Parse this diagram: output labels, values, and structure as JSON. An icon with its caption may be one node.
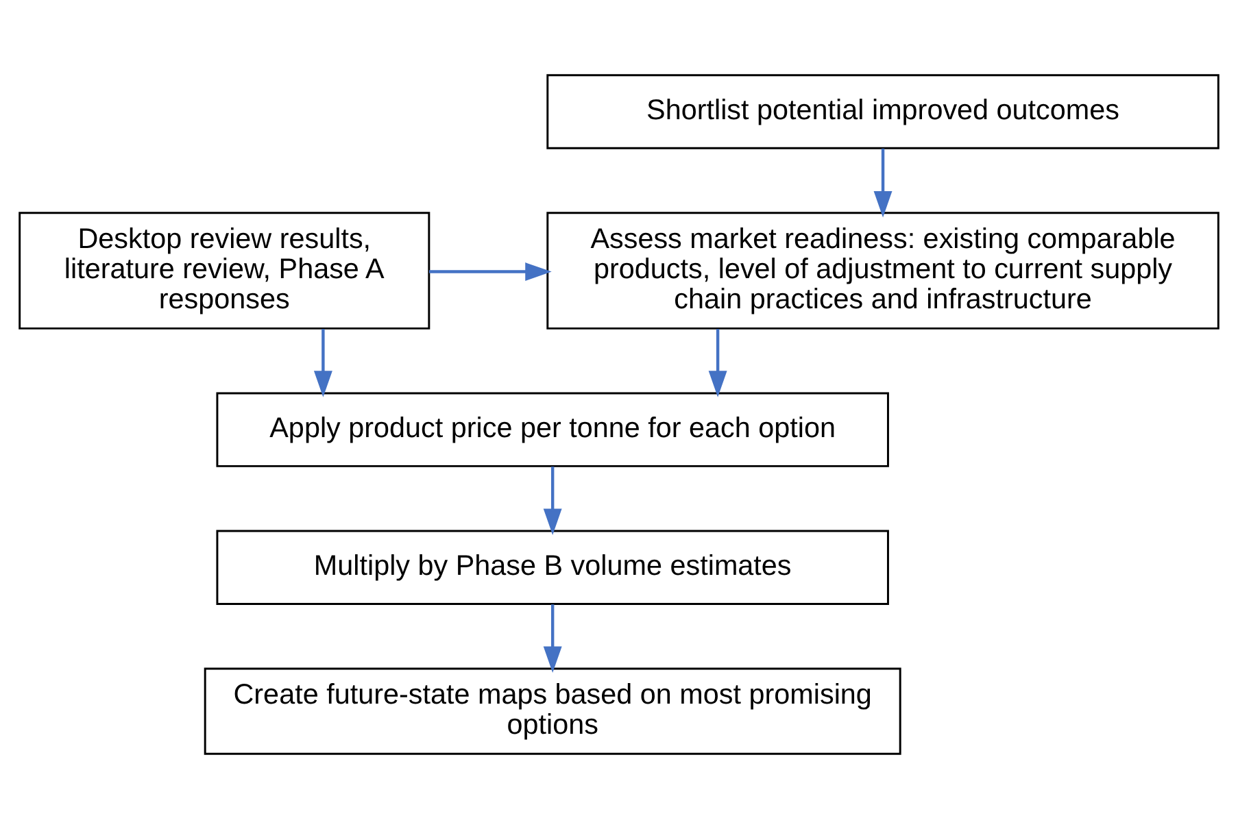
{
  "diagram": {
    "nodes": [
      {
        "text": [
          "Shortlist potential improved outcomes"
        ]
      },
      {
        "text": [
          "Desktop review results, literature review, Phase A responses"
        ]
      },
      {
        "text": [
          "Assess market readiness: existing comparable products, level of adjustment to current supply chain practices and infrastructure"
        ]
      },
      {
        "text": [
          "Apply product price per tonne for each option"
        ]
      },
      {
        "text": [
          "Multiply by Phase B volume estimates"
        ]
      },
      {
        "text": [
          "Create future-state maps based on most promising options"
        ]
      }
    ],
    "edges": [
      {
        "from": 0,
        "to": 2,
        "arrow": "to"
      },
      {
        "from": 1,
        "to": 2,
        "arrow": "to"
      },
      {
        "from": 2,
        "to": 3,
        "arrow": "to"
      },
      {
        "from": 1,
        "to": 3,
        "arrow": "to"
      },
      {
        "from": 3,
        "to": 4,
        "arrow": "to"
      },
      {
        "from": 4,
        "to": 5,
        "arrow": "to"
      }
    ]
  }
}
